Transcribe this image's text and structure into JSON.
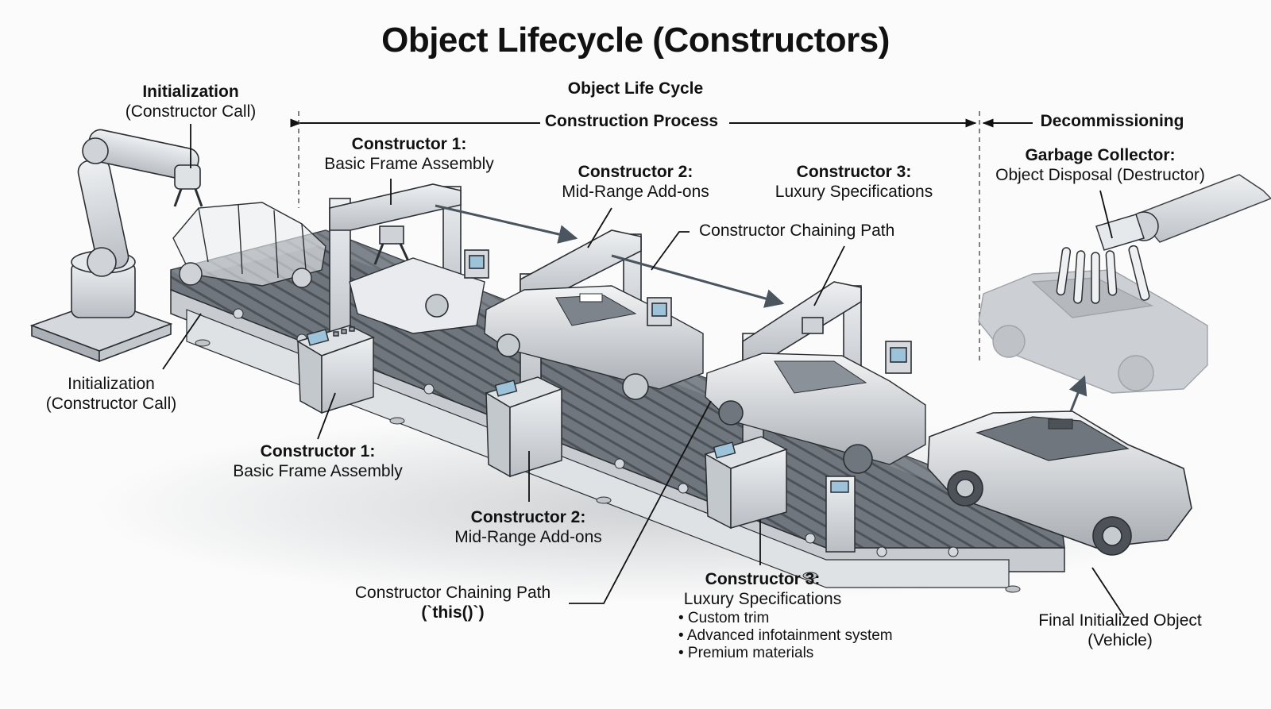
{
  "title": "Object Lifecycle (Constructors)",
  "header": {
    "lifecycle_label": "Object Life Cycle",
    "construction_label": "Construction Process",
    "decommission_label": "Decommissioning"
  },
  "labels": {
    "init_top": {
      "heading": "Initialization",
      "sub": "(Constructor Call)"
    },
    "init_bottom": {
      "heading": "Initialization",
      "sub": "(Constructor Call)"
    },
    "c1_top": {
      "heading": "Constructor 1:",
      "sub": "Basic Frame Assembly"
    },
    "c1_bottom": {
      "heading": "Constructor 1:",
      "sub": "Basic Frame Assembly"
    },
    "c2_top": {
      "heading": "Constructor 2:",
      "sub": "Mid-Range Add-ons"
    },
    "c2_bottom": {
      "heading": "Constructor 2:",
      "sub": "Mid-Range Add-ons"
    },
    "c3_top": {
      "heading": "Constructor 3:",
      "sub": "Luxury Specifications"
    },
    "c3_bottom": {
      "heading": "Constructor 3:",
      "sub": "Luxury Specifications",
      "bullets": [
        "• Custom trim",
        "• Advanced infotainment system",
        "• Premium materials"
      ]
    },
    "chain_top": {
      "text": "Constructor Chaining Path"
    },
    "chain_bottom": {
      "text": "Constructor Chaining Path",
      "code": "(`this()`)"
    },
    "gc": {
      "heading": "Garbage Collector:",
      "sub": "Object Disposal (Destructor)"
    },
    "final": {
      "line1": "Final Initialized Object",
      "line2": "(Vehicle)"
    }
  },
  "colors": {
    "background": "#fbfbfb",
    "metal": "#d9dde2",
    "metal_dark": "#9aa1a9",
    "outline": "#2b2f33",
    "arrow": "#4a5560",
    "screen": "#9cc3da",
    "car_ghost": "#c4c8cd"
  }
}
